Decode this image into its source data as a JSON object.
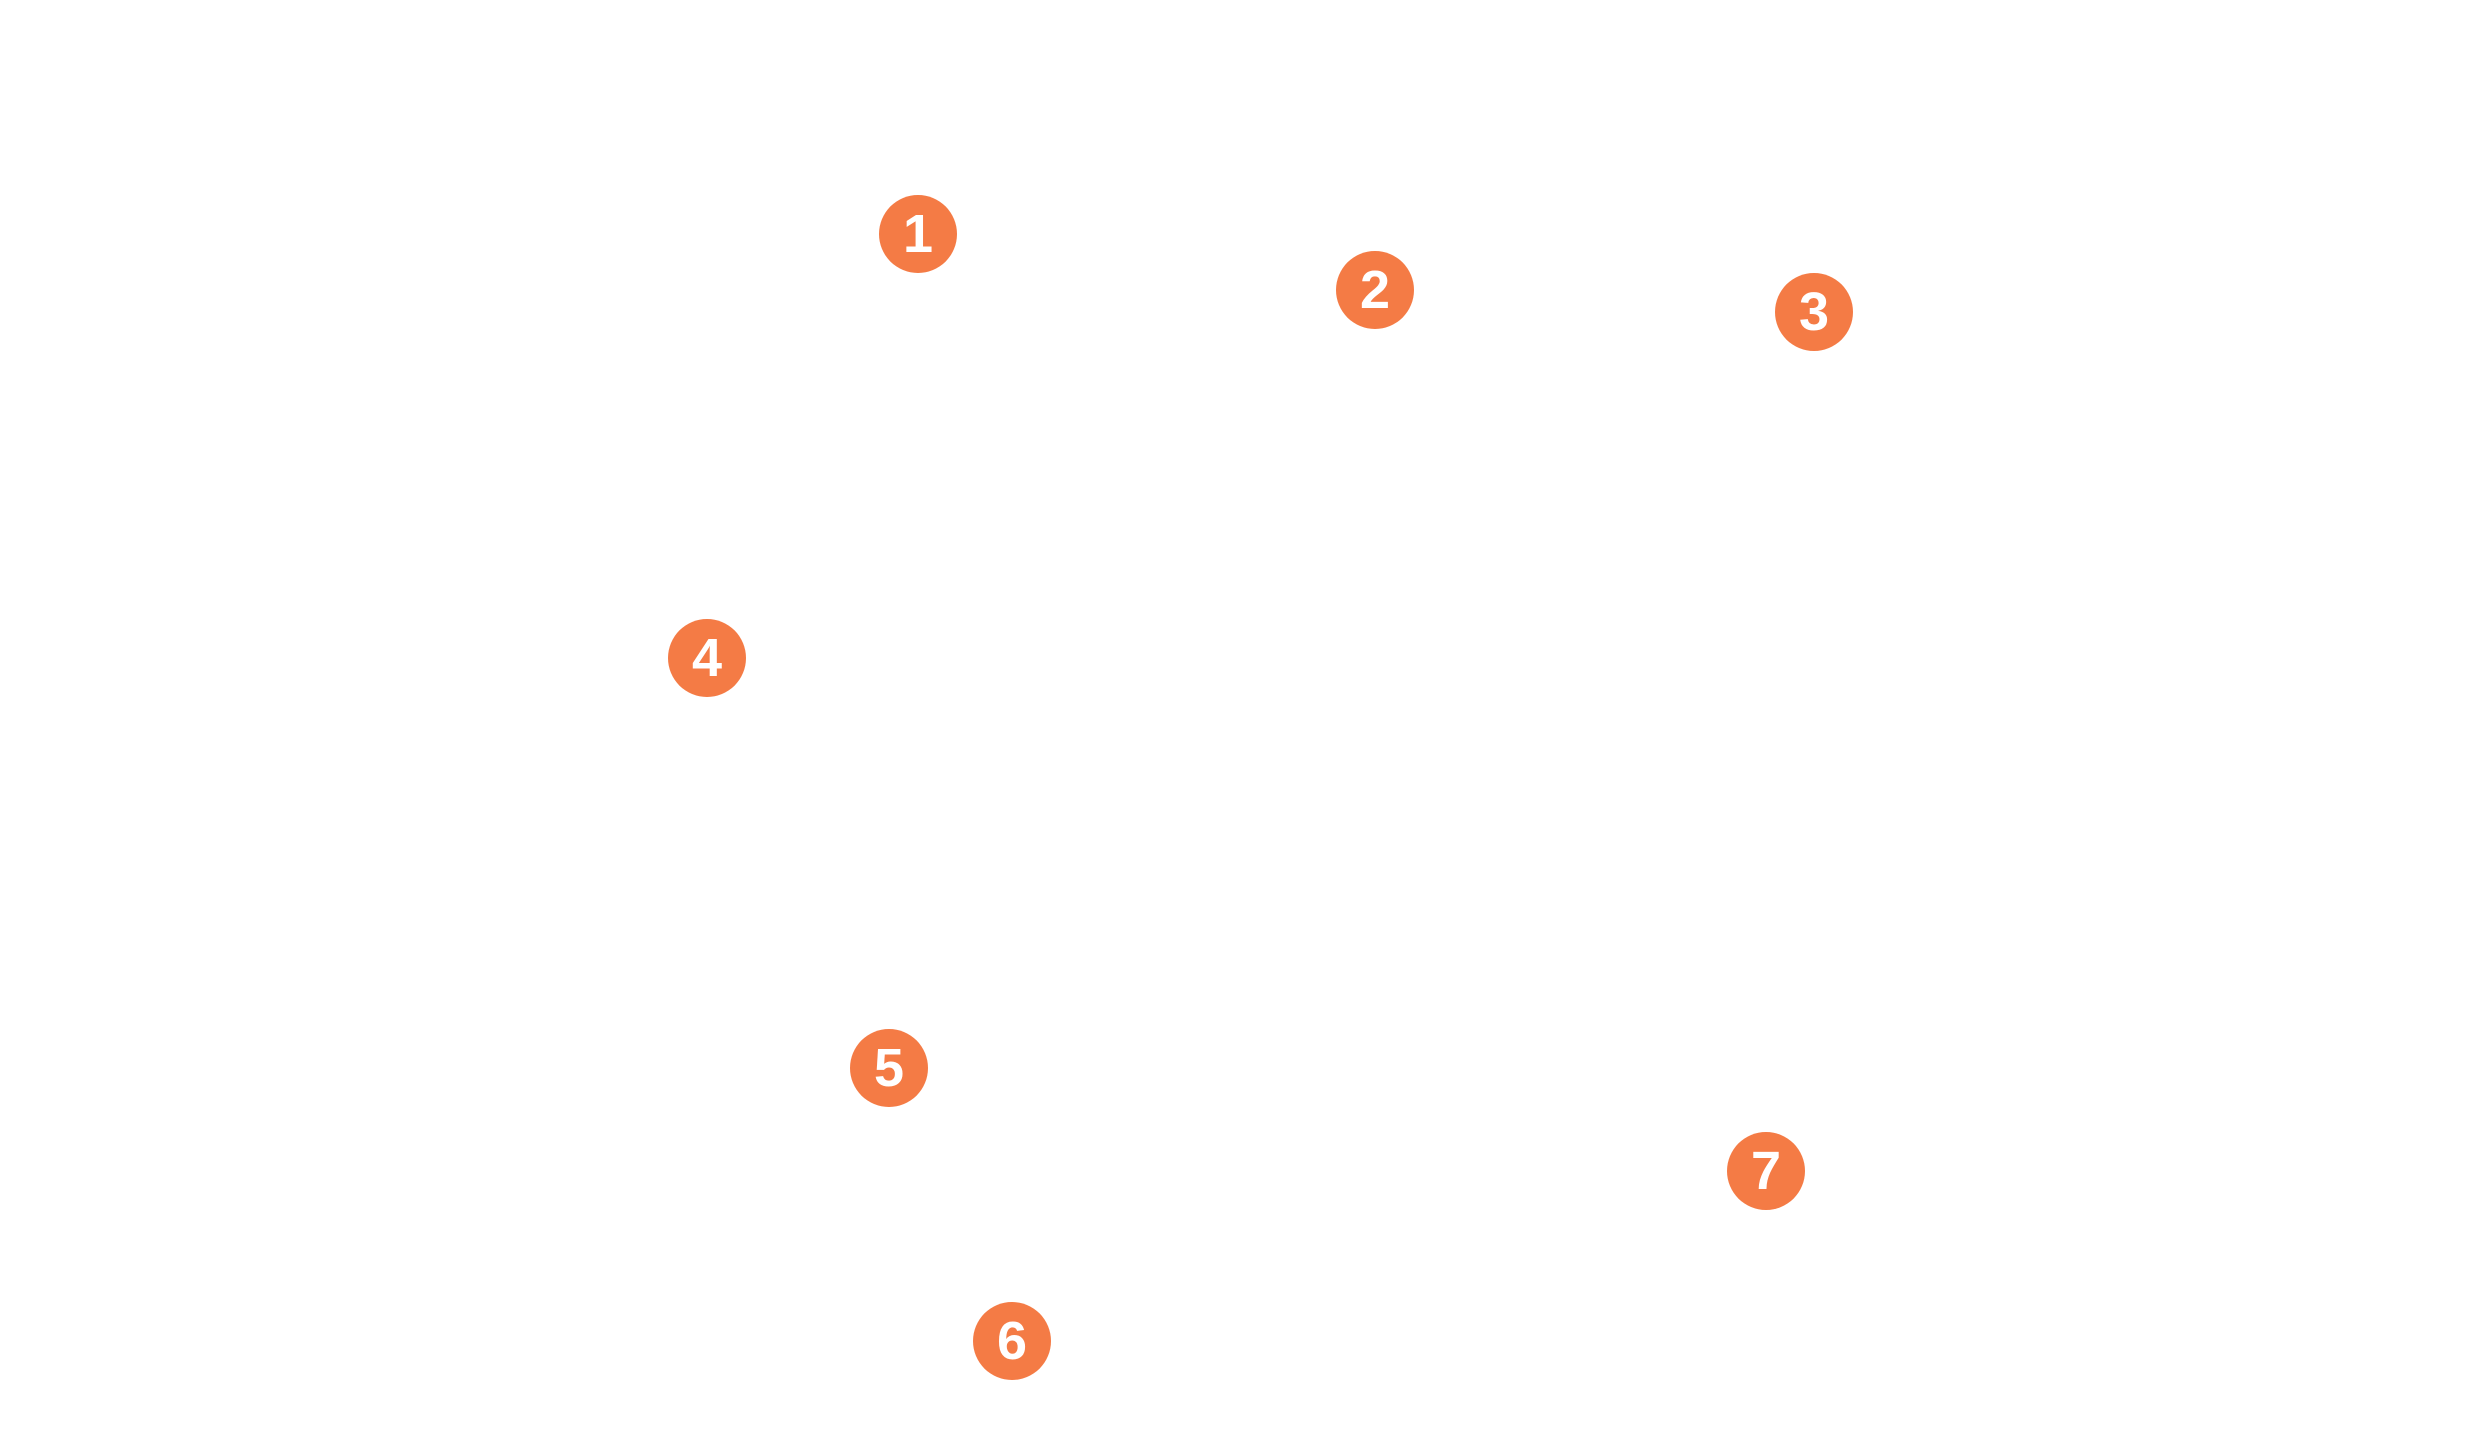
{
  "markers": [
    {
      "label": "1",
      "color": "#F47B45"
    },
    {
      "label": "2",
      "color": "#F47B45"
    },
    {
      "label": "3",
      "color": "#F47B45"
    },
    {
      "label": "4",
      "color": "#F47B45"
    },
    {
      "label": "5",
      "color": "#F47B45"
    },
    {
      "label": "6",
      "color": "#F47B45"
    },
    {
      "label": "7",
      "color": "#F47B45"
    }
  ]
}
